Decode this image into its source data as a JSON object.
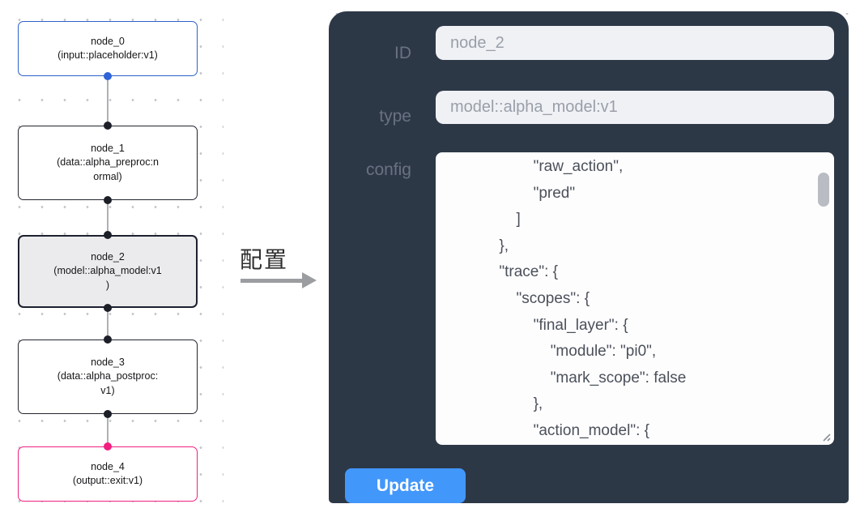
{
  "graph": {
    "nodes": [
      {
        "id": "node_0",
        "kind": "input",
        "selected": false,
        "lines": [
          "node_0",
          "(input::placeholder:v1)"
        ]
      },
      {
        "id": "node_1",
        "kind": "data",
        "selected": false,
        "lines": [
          "node_1",
          "(data::alpha_preproc:n",
          "ormal)"
        ]
      },
      {
        "id": "node_2",
        "kind": "model",
        "selected": true,
        "lines": [
          "node_2",
          "(model::alpha_model:v1",
          ")"
        ]
      },
      {
        "id": "node_3",
        "kind": "data",
        "selected": false,
        "lines": [
          "node_3",
          "(data::alpha_postproc:",
          "v1)"
        ]
      },
      {
        "id": "node_4",
        "kind": "output",
        "selected": false,
        "lines": [
          "node_4",
          "(output::exit:v1)"
        ]
      }
    ]
  },
  "transfer": {
    "label": "配置"
  },
  "panel": {
    "id_field": {
      "label": "ID",
      "value": "node_2"
    },
    "type_field": {
      "label": "type",
      "value": "model::alpha_model:v1"
    },
    "config_field": {
      "label": "config",
      "lines": [
        "                    \"raw_action\",",
        "                    \"pred\"",
        "                ]",
        "            },",
        "            \"trace\": {",
        "                \"scopes\": {",
        "                    \"final_layer\": {",
        "                        \"module\": \"pi0\",",
        "                        \"mark_scope\": false",
        "                    },",
        "                    \"action_model\": {"
      ]
    },
    "update_button": "Update"
  },
  "colors": {
    "panel_bg": "#2d3847",
    "button_blue": "#4297fb",
    "input_node_border": "#2f62c8",
    "output_node_border": "#ee2080",
    "default_node_border": "#23252f",
    "selected_node_bg": "#ebebed",
    "edge_gray": "#b0b1b5",
    "field_bg": "#f0f1f5",
    "label_gray": "#697182"
  }
}
